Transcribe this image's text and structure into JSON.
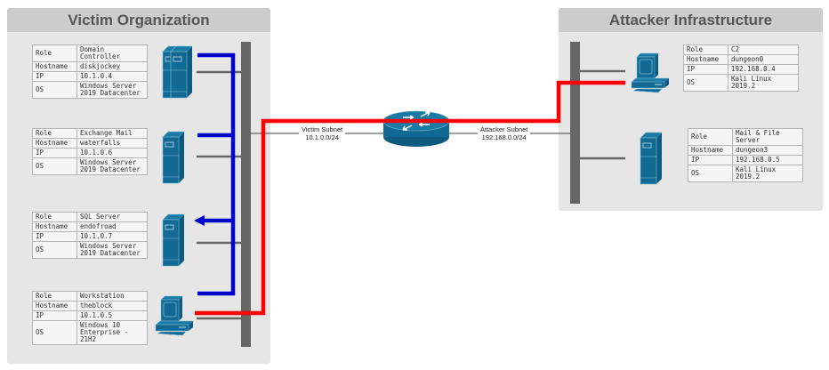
{
  "victim": {
    "title": "Victim Organization",
    "hosts": [
      {
        "icon": "server-tower-double",
        "rows": [
          [
            "Role",
            "Domain Controller"
          ],
          [
            "Hostname",
            "diskjockey"
          ],
          [
            "IP",
            "10.1.0.4"
          ],
          [
            "OS",
            "Windows Server 2019 Datacenter"
          ]
        ]
      },
      {
        "icon": "server-tower",
        "rows": [
          [
            "Role",
            "Exchange Mail"
          ],
          [
            "Hostname",
            "waterfalls"
          ],
          [
            "IP",
            "10.1.0.6"
          ],
          [
            "OS",
            "Windows Server 2019 Datacenter"
          ]
        ]
      },
      {
        "icon": "server-tower",
        "rows": [
          [
            "Role",
            "SQL Server"
          ],
          [
            "Hostname",
            "endofroad"
          ],
          [
            "IP",
            "10.1.0.7"
          ],
          [
            "OS",
            "Windows Server 2019 Datacenter"
          ]
        ]
      },
      {
        "icon": "workstation",
        "rows": [
          [
            "Role",
            "Workstation"
          ],
          [
            "Hostname",
            "theblock"
          ],
          [
            "IP",
            "10.1.0.5"
          ],
          [
            "OS",
            "Windows 10 Enterprise - 21H2"
          ]
        ]
      }
    ]
  },
  "attacker": {
    "title": "Attacker Infrastructure",
    "hosts": [
      {
        "icon": "workstation",
        "rows": [
          [
            "Role",
            "C2"
          ],
          [
            "Hostname",
            "dungeon0"
          ],
          [
            "IP",
            "192.168.0.4"
          ],
          [
            "OS",
            "Kali Linux 2019.2"
          ]
        ]
      },
      {
        "icon": "server-tower",
        "rows": [
          [
            "Role",
            "Mail & File Server"
          ],
          [
            "Hostname",
            "dungeon3"
          ],
          [
            "IP",
            "192.168.0.5"
          ],
          [
            "OS",
            "Kali Linux 2019.2"
          ]
        ]
      }
    ]
  },
  "links": {
    "victim_subnet_name": "Victim Subnet",
    "victim_subnet_cidr": "10.1.0.0/24",
    "attacker_subnet_name": "Attacker Subnet",
    "attacker_subnet_cidr": "192.168.0.0/24"
  },
  "colors": {
    "zone_bg": "#e6e6e6",
    "zone_header": "#cccccc",
    "device": "#126a94",
    "bus": "#666666",
    "attack_path": "#ff0000",
    "lateral_path": "#0000cc"
  }
}
